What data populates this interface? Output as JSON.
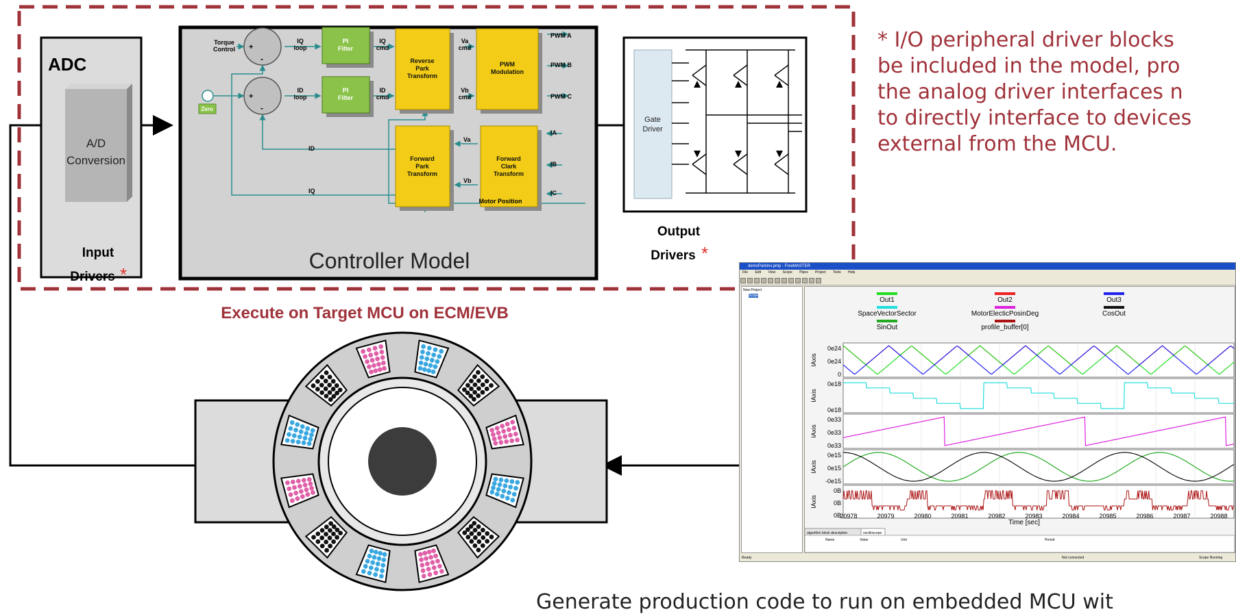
{
  "colors": {
    "dashed_border": "#a0323a",
    "note_text": "#a0323a",
    "pi_block": "#8bc34a",
    "transform_block": "#f2cc16",
    "wire": "#2a8c8c",
    "asterisk": "#e0302a",
    "pink_winding": "#e060a8",
    "blue_winding": "#3aa8e0",
    "black_winding": "#111111"
  },
  "adc": {
    "title": "ADC",
    "conv_line1": "A/D",
    "conv_line2": "Conversion",
    "caption_line1": "Input",
    "caption_line2": "Drivers",
    "asterisk": "*"
  },
  "controller": {
    "caption": "Controller Model",
    "torque_line1": "Torque",
    "torque_line2": "Control",
    "zero": "Zero",
    "iq_loop_1": "IQ",
    "iq_loop_2": "loop",
    "id_loop_1": "ID",
    "id_loop_2": "loop",
    "pi_1": "PI",
    "pi_2": "Filter",
    "iq_cmd_1": "IQ",
    "iq_cmd_2": "cmd",
    "id_cmd_1": "ID",
    "id_cmd_2": "cmd",
    "rpt_1": "Reverse",
    "rpt_2": "Park",
    "rpt_3": "Transform",
    "va_cmd_1": "Va",
    "va_cmd_2": "cmd",
    "vb_cmd_1": "Vb",
    "vb_cmd_2": "cmd",
    "pwm_1": "PWM",
    "pwm_2": "Modulation",
    "pwm_a": "PWM A",
    "pwm_b": "PWM B",
    "pwm_c": "PWM C",
    "fpt_1": "Forward",
    "fpt_2": "Park",
    "fpt_3": "Transform",
    "fct_1": "Forward",
    "fct_2": "Clark",
    "fct_3": "Transform",
    "va": "Va",
    "vb": "Vb",
    "ia": "IA",
    "ib": "IB",
    "ic": "IC",
    "id_fb": "ID",
    "iq_fb": "IQ",
    "motor_position": "Motor Position",
    "plus": "+",
    "minus": "-"
  },
  "output": {
    "gate_1": "Gate",
    "gate_2": "Driver",
    "caption_line1": "Output",
    "caption_line2": "Drivers",
    "asterisk": "*"
  },
  "execute_label": "Execute on Target MCU on ECM/EVB",
  "note_lines": [
    "* I/O peripheral driver blocks",
    "be included in the model, pro",
    "the analog driver interfaces n",
    "to directly interface to devices",
    "external from the MCU."
  ],
  "bottom_text": "Generate production code to run on embedded MCU wit",
  "freemaster": {
    "title": "demoParkInv.pmp - FreeMASTER",
    "menu": [
      "File",
      "Edit",
      "View",
      "Scope",
      "Pipes",
      "Project",
      "Tools",
      "Help"
    ],
    "tree_root": "New Project",
    "tree_child": "Scope",
    "legend": [
      "Out1",
      "Out2",
      "Out3",
      "SpaceVectorSector",
      "MotorElecticPosinDeg",
      "CosOut",
      "SinOut",
      "profile_buffer[0]"
    ],
    "axis_label": "IAxis",
    "ticks_p1": [
      "0e24",
      "0e24",
      "0"
    ],
    "ticks_p2": [
      "0e18",
      "0e18"
    ],
    "ticks_p3": [
      "0e33",
      "0e33",
      "0e33"
    ],
    "ticks_p4": [
      "0e15",
      "0e15",
      "-0e15"
    ],
    "ticks_p5": [
      "0B",
      "0B",
      "0B"
    ],
    "x_ticks": [
      "20978",
      "20979",
      "20980",
      "20981",
      "20982",
      "20983",
      "20984",
      "20985",
      "20986",
      "20987",
      "20988"
    ],
    "x_label": "Time [sec]",
    "tab1": "algorithm block description",
    "tab2": "oscilloscope",
    "col_name": "Name",
    "col_value": "Value",
    "col_unit": "Unit",
    "col_period": "Period",
    "status_ready": "Ready",
    "status_conn": "Not connected",
    "status_scope": "Scope Running"
  }
}
